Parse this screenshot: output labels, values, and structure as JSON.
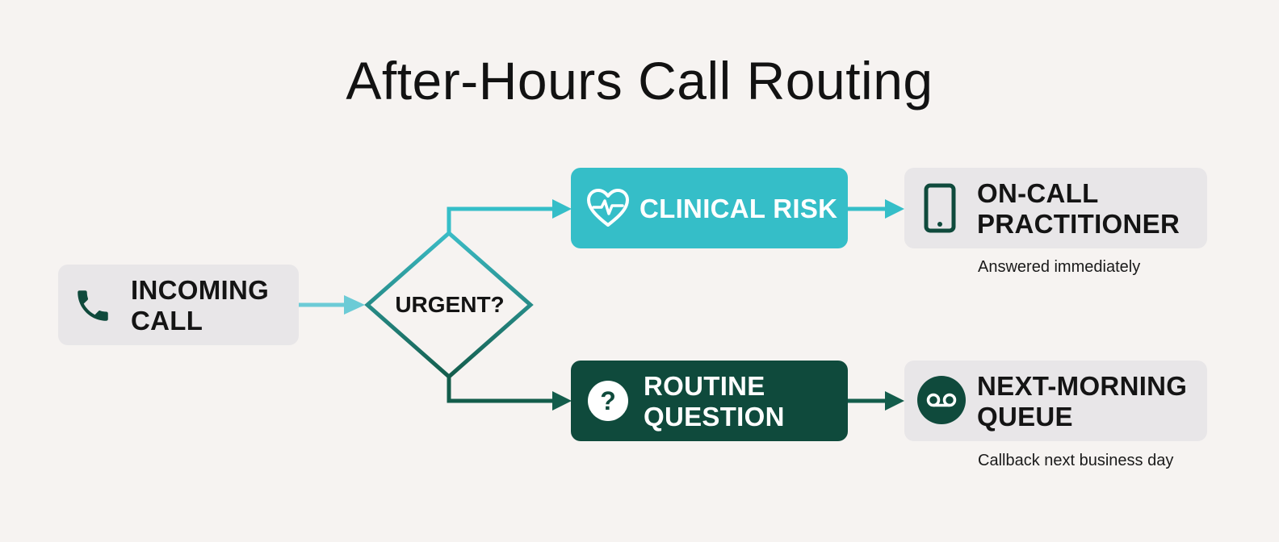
{
  "title": "After-Hours Call Routing",
  "nodes": {
    "incoming": {
      "label_line1": "INCOMING",
      "label_line2": "CALL",
      "icon": "phone-icon"
    },
    "decision": {
      "label": "URGENT?"
    },
    "clinical": {
      "label": "CLINICAL RISK",
      "icon": "heart-pulse-icon"
    },
    "routine": {
      "label_line1": "ROUTINE",
      "label_line2": "QUESTION",
      "icon": "question-icon"
    },
    "oncall": {
      "label_line1": "ON-CALL",
      "label_line2": "PRACTITIONER",
      "icon": "mobile-phone-icon",
      "note": "Answered immediately"
    },
    "queue": {
      "label_line1": "NEXT-MORNING",
      "label_line2": "QUEUE",
      "icon": "voicemail-icon",
      "note": "Callback next business day"
    }
  },
  "colors": {
    "background": "#f6f3f1",
    "grey_box": "#e8e6e8",
    "teal": "#35bec8",
    "dark_green": "#0f4a3c",
    "light_teal_arrow": "#6ccbd6"
  }
}
